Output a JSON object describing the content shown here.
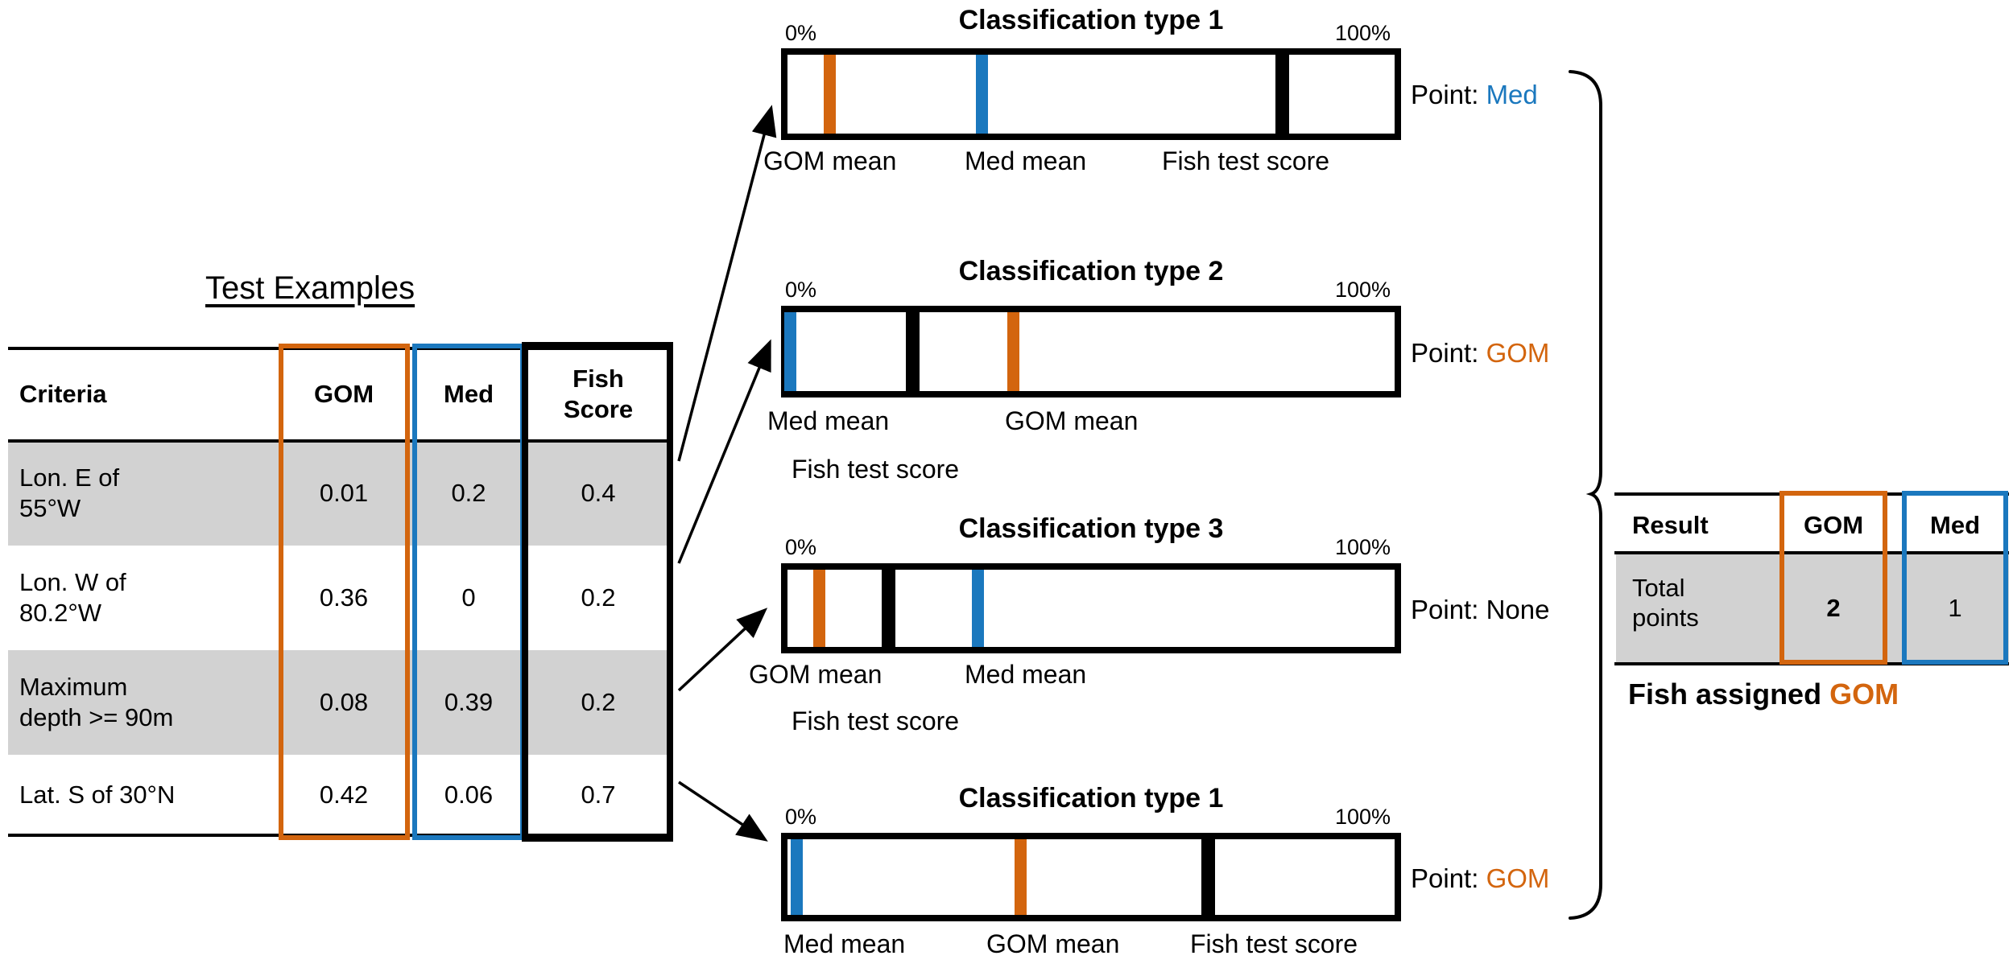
{
  "colors": {
    "gom_orange": "#d3650e",
    "med_blue": "#1b78be",
    "fish_black": "#000000",
    "row_gray": "#d2d2d2"
  },
  "test_table": {
    "title": "Test Examples",
    "headers": {
      "criteria": "Criteria",
      "gom": "GOM",
      "med": "Med",
      "fish": "Fish\nScore"
    },
    "rows": [
      {
        "criteria": "Lon. E of\n55°W",
        "gom": "0.01",
        "med": "0.2",
        "fish": "0.4"
      },
      {
        "criteria": "Lon. W of\n80.2°W",
        "gom": "0.36",
        "med": "0",
        "fish": "0.2"
      },
      {
        "criteria": "Maximum\ndepth >= 90m",
        "gom": "0.08",
        "med": "0.39",
        "fish": "0.2"
      },
      {
        "criteria": "Lat. S of 30°N",
        "gom": "0.42",
        "med": "0.06",
        "fish": "0.7"
      }
    ]
  },
  "bars": [
    {
      "title": "Classification type 1",
      "pct_left": "0%",
      "pct_right": "100%",
      "point_label": "Point:",
      "point": "Med",
      "ticks": [
        {
          "name": "GOM mean",
          "color": "gom",
          "pct": 6.9
        },
        {
          "name": "Med mean",
          "color": "med",
          "pct": 32.0
        },
        {
          "name": "Fish test score",
          "color": "fish",
          "pct": 81.4
        }
      ],
      "below": [
        "GOM mean",
        "Med mean",
        "Fish test score"
      ]
    },
    {
      "title": "Classification type 2",
      "pct_left": "0%",
      "pct_right": "100%",
      "point_label": "Point:",
      "point": "GOM",
      "ticks": [
        {
          "name": "Med mean",
          "color": "med",
          "pct": 0.2
        },
        {
          "name": "Fish test score",
          "color": "fish",
          "pct": 20.5
        },
        {
          "name": "GOM mean",
          "color": "gom",
          "pct": 37.1
        }
      ],
      "below": [
        "Med mean",
        "GOM mean",
        "Fish test score"
      ]
    },
    {
      "title": "Classification type 3",
      "pct_left": "0%",
      "pct_right": "100%",
      "point_label": "Point:",
      "point": "None",
      "ticks": [
        {
          "name": "GOM mean",
          "color": "gom",
          "pct": 5.2
        },
        {
          "name": "Fish test score",
          "color": "fish",
          "pct": 16.6
        },
        {
          "name": "Med mean",
          "color": "med",
          "pct": 31.3
        }
      ],
      "below": [
        "GOM mean",
        "Med mean",
        "Fish test score"
      ]
    },
    {
      "title": "Classification type 1",
      "pct_left": "0%",
      "pct_right": "100%",
      "point_label": "Point:",
      "point": "GOM",
      "ticks": [
        {
          "name": "Med mean",
          "color": "med",
          "pct": 1.5
        },
        {
          "name": "GOM mean",
          "color": "gom",
          "pct": 38.3
        },
        {
          "name": "Fish test score",
          "color": "fish",
          "pct": 69.2
        }
      ],
      "below": [
        "Med mean",
        "GOM mean",
        "Fish test score"
      ]
    }
  ],
  "result_table": {
    "headers": {
      "result": "Result",
      "gom": "GOM",
      "med": "Med"
    },
    "row_label": "Total\npoints",
    "gom_points": "2",
    "med_points": "1"
  },
  "assignment": {
    "text": "Fish assigned",
    "value": "GOM"
  }
}
